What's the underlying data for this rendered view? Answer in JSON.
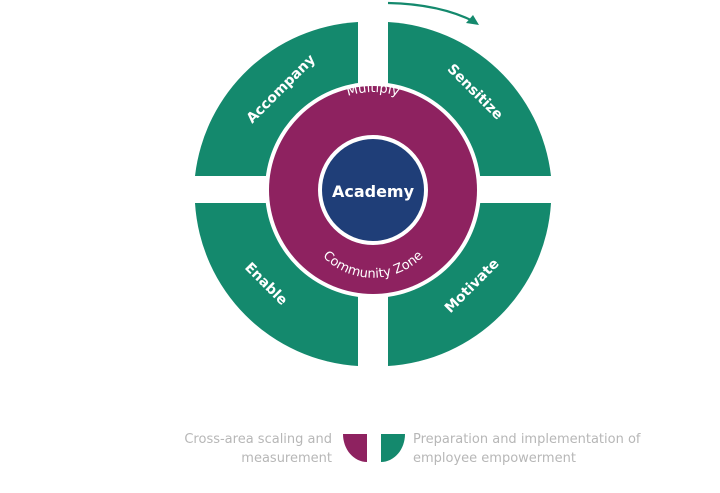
{
  "colors": {
    "quadrant": "#14896d",
    "quadrant_shade": "#0f6f58",
    "ring": "#8e2260",
    "ring_shade": "#6d1848",
    "core": "#1f3e78",
    "core_border": "#ffffff",
    "text_light": "#ffffff",
    "legend_text": "#b7b7b7",
    "arrow": "#14896d"
  },
  "quadrants": {
    "top_left": "Accompany",
    "top_right": "Sensitize",
    "bottom_left": "Enable",
    "bottom_right": "Motivate"
  },
  "ring": {
    "top_label": "Multiply",
    "bottom_label": "Community Zone"
  },
  "core": {
    "label": "Academy"
  },
  "legend": {
    "left_line1": "Cross-area scaling and",
    "left_line2": "measurement",
    "right_line1": "Preparation and implementation of",
    "right_line2": "employee empowerment"
  },
  "icons": {
    "direction": "clockwise-arrow-icon",
    "ring_swatch": "ring-half-swatch-icon",
    "quadrant_swatch": "quadrant-half-swatch-icon"
  }
}
